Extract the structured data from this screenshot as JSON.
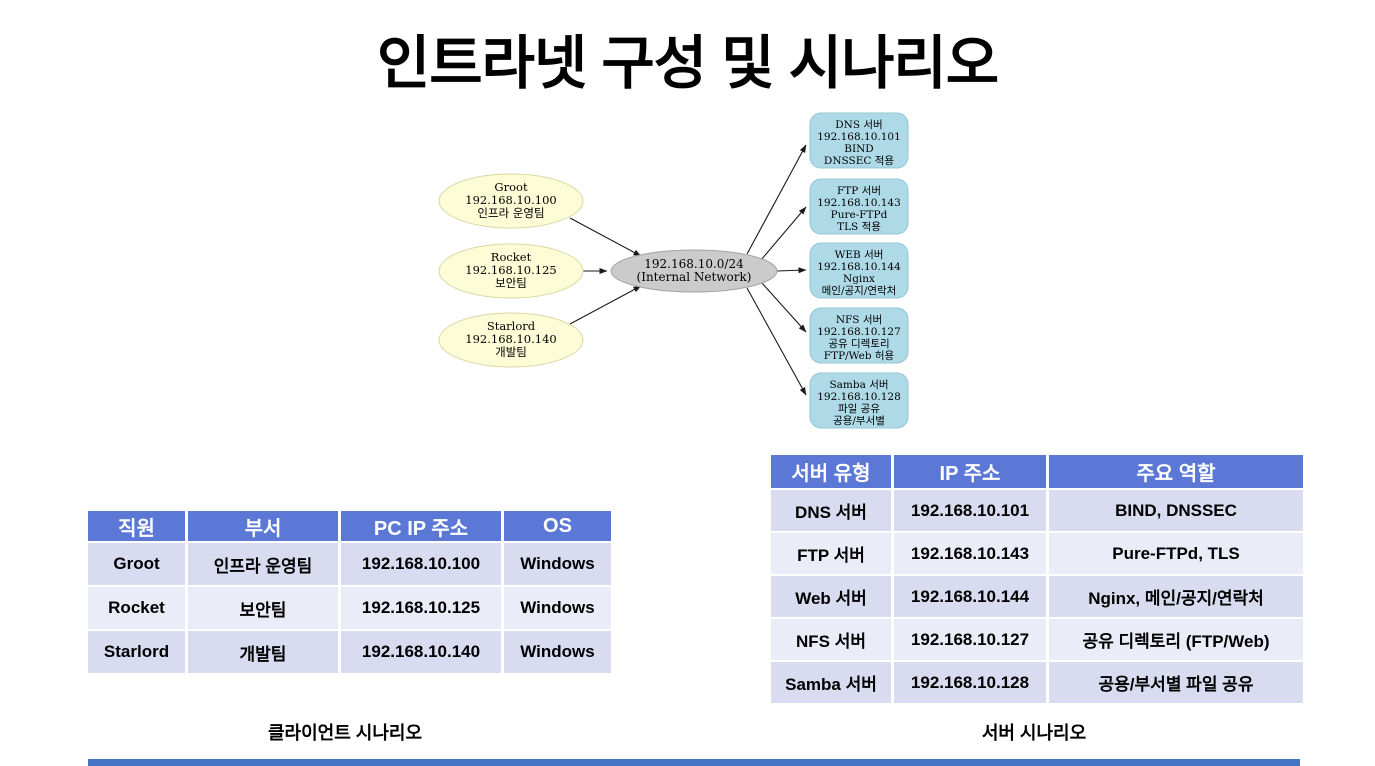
{
  "title": "인트라넷 구성 및 시나리오",
  "colors": {
    "header_blue": "#5B78D6",
    "band_dark": "#D9DCF0",
    "band_light": "#EAECF8",
    "accent_bar": "#4472C4",
    "node_yellow": "#FCFCD6",
    "node_gray": "#CBCBCB",
    "node_blue": "#AEDAE8"
  },
  "diagram": {
    "clients": [
      {
        "name": "Groot",
        "ip": "192.168.10.100",
        "team": "인프라 운영팀"
      },
      {
        "name": "Rocket",
        "ip": "192.168.10.125",
        "team": "보안팀"
      },
      {
        "name": "Starlord",
        "ip": "192.168.10.140",
        "team": "개발팀"
      }
    ],
    "network": {
      "cidr": "192.168.10.0/24",
      "label": "(Internal Network)"
    },
    "servers": [
      {
        "type": "DNS 서버",
        "ip": "192.168.10.101",
        "line3": "BIND",
        "line4": "DNSSEC 적용"
      },
      {
        "type": "FTP 서버",
        "ip": "192.168.10.143",
        "line3": "Pure-FTPd",
        "line4": "TLS 적용"
      },
      {
        "type": "WEB 서버",
        "ip": "192.168.10.144",
        "line3": "Nginx",
        "line4": "메인/공지/연락처"
      },
      {
        "type": "NFS 서버",
        "ip": "192.168.10.127",
        "line3": "공유 디렉토리",
        "line4": "FTP/Web 허용"
      },
      {
        "type": "Samba 서버",
        "ip": "192.168.10.128",
        "line3": "파일 공유",
        "line4": "공용/부서별"
      }
    ]
  },
  "client_table": {
    "caption": "클라이언트 시나리오",
    "headers": [
      "직원",
      "부서",
      "PC IP 주소",
      "OS"
    ],
    "rows": [
      [
        "Groot",
        "인프라 운영팀",
        "192.168.10.100",
        "Windows"
      ],
      [
        "Rocket",
        "보안팀",
        "192.168.10.125",
        "Windows"
      ],
      [
        "Starlord",
        "개발팀",
        "192.168.10.140",
        "Windows"
      ]
    ]
  },
  "server_table": {
    "caption": "서버 시나리오",
    "headers": [
      "서버 유형",
      "IP 주소",
      "주요 역할"
    ],
    "rows": [
      [
        "DNS 서버",
        "192.168.10.101",
        "BIND, DNSSEC"
      ],
      [
        "FTP 서버",
        "192.168.10.143",
        "Pure-FTPd, TLS"
      ],
      [
        "Web 서버",
        "192.168.10.144",
        "Nginx, 메인/공지/연락처"
      ],
      [
        "NFS 서버",
        "192.168.10.127",
        "공유 디렉토리 (FTP/Web)"
      ],
      [
        "Samba 서버",
        "192.168.10.128",
        "공용/부서별 파일 공유"
      ]
    ]
  }
}
